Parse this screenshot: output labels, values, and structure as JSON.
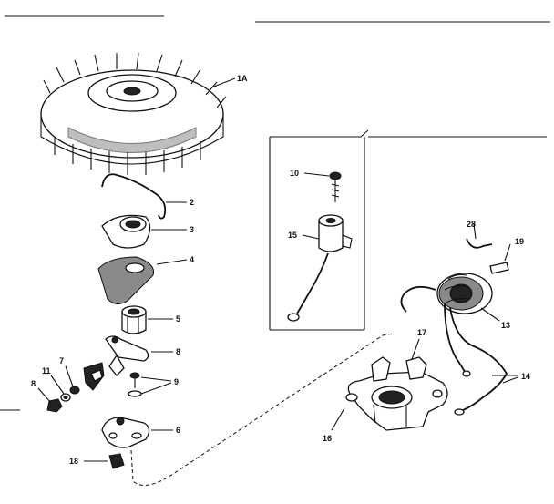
{
  "labels": {
    "flywheel": "1A",
    "spring": "2",
    "retainer": "3",
    "gasket": "4",
    "cam": "5",
    "base": "6",
    "screw": "7",
    "breaker_arm": "8",
    "screw_set": "9",
    "condenser_screw": "10",
    "washer": "11",
    "coil": "13",
    "wires": "14",
    "condenser": "15",
    "bracket_screw": "16",
    "bracket": "17",
    "clip": "18",
    "terminal": "19",
    "spring_clip": "28"
  }
}
